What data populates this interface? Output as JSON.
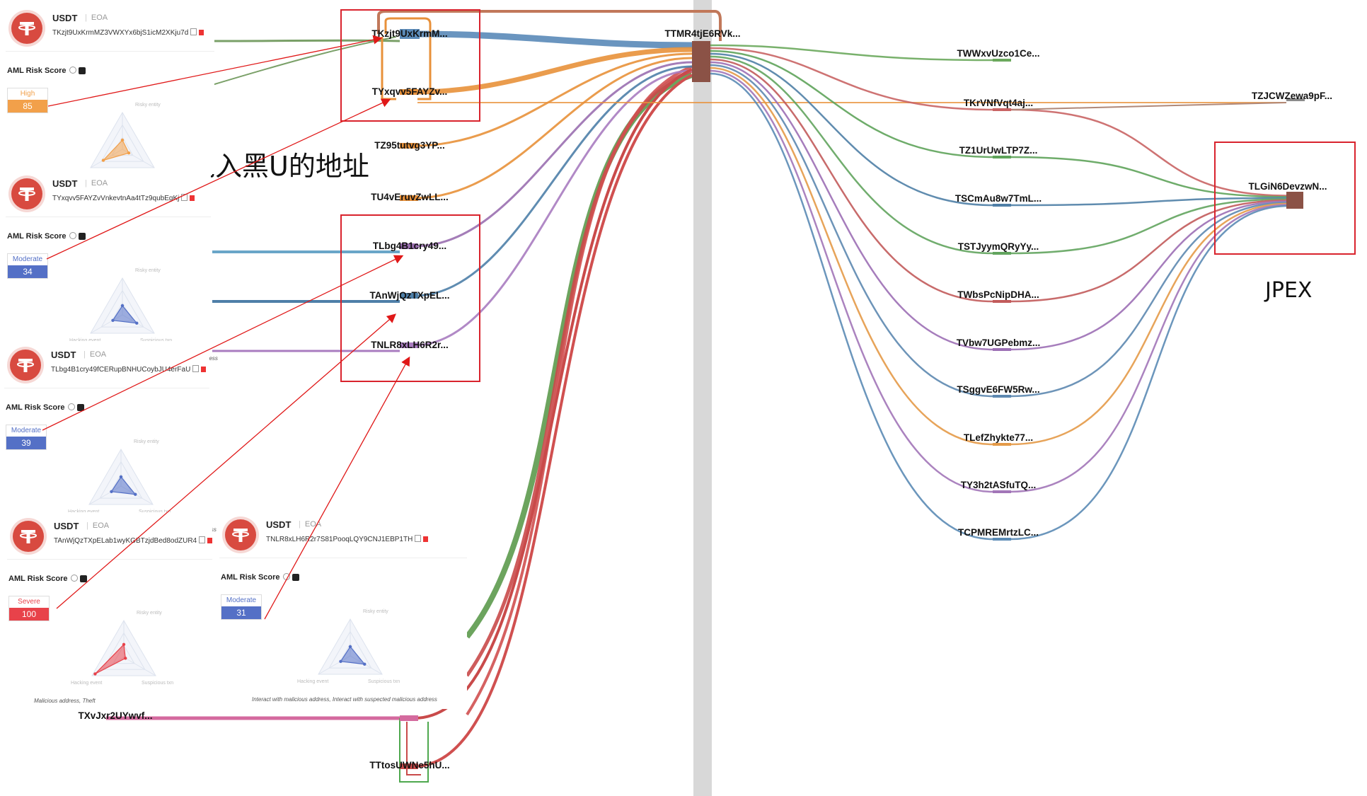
{
  "title": "",
  "colors": {
    "high": "#f2a04a",
    "moderate": "#5470c6",
    "severe": "#e8424a",
    "hub": "#8b5246",
    "highlight_box": "#d9232d",
    "gray_band": "#d8d8d8"
  },
  "annotation": {
    "text": "混入黑U的地址"
  },
  "jpex_label": "JPEX",
  "hub": {
    "label": "TTMR4tjE6RVk..."
  },
  "left_nodes": [
    {
      "label": "TKzjt9UxKrmM..."
    },
    {
      "label": "TYxqvv5FAYZv..."
    },
    {
      "label": "TZ95tutvg3YP..."
    },
    {
      "label": "TU4vEruvZwLL..."
    },
    {
      "label": "TLbg4B1cry49..."
    },
    {
      "label": "TAnWjQzTXpEL..."
    },
    {
      "label": "TNLR8xLH6R2r..."
    },
    {
      "label": "TXvJxr2UYwvf..."
    },
    {
      "label": "TTtosUWNe5hU..."
    }
  ],
  "right_nodes": [
    {
      "label": "TWWxvUzco1Ce..."
    },
    {
      "label": "TKrVNfVqt4aj..."
    },
    {
      "label": "TZ1UrUwLTP7Z..."
    },
    {
      "label": "TSCmAu8w7TmL..."
    },
    {
      "label": "TSTJyymQRyYy..."
    },
    {
      "label": "TWbsPcNipDHA..."
    },
    {
      "label": "TVbw7UGPebmz..."
    },
    {
      "label": "TSggvE6FW5Rw..."
    },
    {
      "label": "TLefZhykte77..."
    },
    {
      "label": "TY3h2tASfuTQ..."
    },
    {
      "label": "TCPMREMrtzLC..."
    }
  ],
  "far_right_nodes": [
    {
      "label": "TZJCWZewa9pF..."
    },
    {
      "label": "TLGiN6DevzwN..."
    }
  ],
  "cards": [
    {
      "token": "USDT",
      "type": "EOA",
      "address": "TKzjt9UxKrmMZ3VWXYx6bjS1icM2XKju7d",
      "aml_title": "AML Risk Score",
      "level": "High",
      "score": "85",
      "color": "#f2a04a",
      "radar_labels": {
        "top": "Risky entity",
        "left": "",
        "right": ""
      },
      "caption": ""
    },
    {
      "token": "USDT",
      "type": "EOA",
      "address": "TYxqvv5FAYZvVnkevtnAa4tTz9qubEgKj",
      "aml_title": "AML Risk Score",
      "level": "Moderate",
      "score": "34",
      "color": "#5470c6",
      "radar_labels": {
        "top": "Risky entity",
        "left": "Hacking event",
        "right": "Suspicious txn"
      },
      "caption": "Interact with malicious address, Interact with suspected malicious address"
    },
    {
      "token": "USDT",
      "type": "EOA",
      "address": "TLbg4B1cry49fCERupBNHUCoybJU4erFaU",
      "aml_title": "AML Risk Score",
      "level": "Moderate",
      "score": "39",
      "color": "#5470c6",
      "radar_labels": {
        "top": "Risky entity",
        "left": "Hacking event",
        "right": "Suspicious txn"
      },
      "caption": "Interact with malicious address, Interact with suspected malicious address"
    },
    {
      "token": "USDT",
      "type": "EOA",
      "address": "TAnWjQzTXpELab1wyKGBTzjdBed8odZUR4",
      "aml_title": "AML Risk Score",
      "level": "Severe",
      "score": "100",
      "color": "#e8424a",
      "radar_labels": {
        "top": "Risky entity",
        "left": "Hacking event",
        "right": "Suspicious txn"
      },
      "caption": "Malicious address, Theft"
    },
    {
      "token": "USDT",
      "type": "EOA",
      "address": "TNLR8xLH6R2r7S81PooqLQY9CNJ1EBP1TH",
      "aml_title": "AML Risk Score",
      "level": "Moderate",
      "score": "31",
      "color": "#5470c6",
      "radar_labels": {
        "top": "Risky entity",
        "left": "Hacking event",
        "right": "Suspicious txn"
      },
      "caption": "Interact with malicious address, Interact with suspected malicious address"
    }
  ]
}
